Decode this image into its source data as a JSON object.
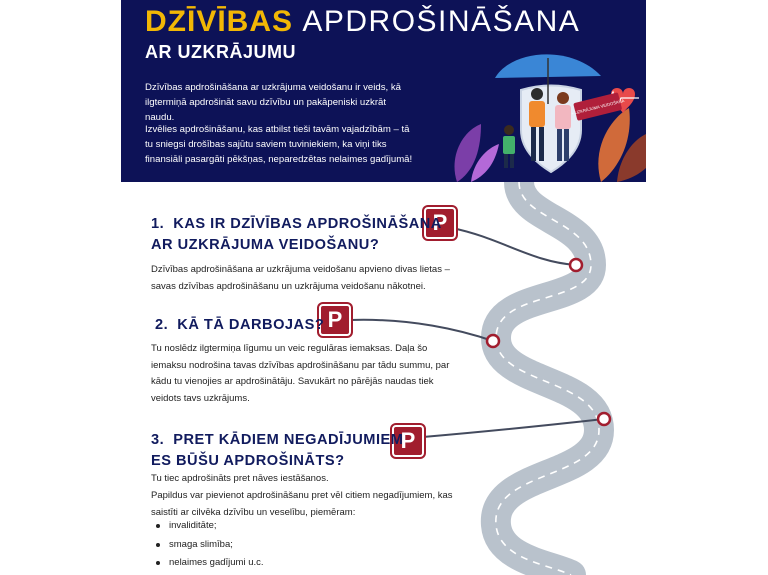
{
  "header": {
    "title_highlight": "DZĪVĪBAS",
    "title_rest": "APDROŠINĀŠANA",
    "subtitle": "AR UZKRĀJUMU",
    "intro_1": "Dzīvības apdrošināšana ar uzkrājuma veidošanu ir veids, kā ilgtermiņā apdrošināt savu dzīvību un pakāpeniski uzkrāt naudu.",
    "intro_2": "Izvēlies apdrošināšanu, kas atbilst tieši tavām vajadzībām – tā tu sniegsi drošības sajūtu saviem tuviniekiem, ka viņi tiks finansiāli pasargāti pēkšņas, neparedzētas nelaimes gadījumā!",
    "sign_text": "+ UZKRĀJUMA VEIDOŠANA"
  },
  "sections": [
    {
      "number": "1.",
      "title_line1": "KAS IR DZĪVĪBAS APDROŠINĀŠANA",
      "title_line2": "AR UZKRĀJUMA VEIDOŠANU?",
      "body": "Dzīvības apdrošināšana ar uzkrājuma veidošanu apvieno divas lietas – savas dzīvības apdrošināšanu un uzkrājuma veidošanu nākotnei."
    },
    {
      "number": "2.",
      "title_line1": "KĀ TĀ DARBOJAS?",
      "body": "Tu noslēdz ilgtermiņa līgumu un veic regulāras iemaksas. Daļa šo iemaksu nodrošina tavas dzīvības apdrošināšanu par tādu summu, par kādu tu vienojies ar apdrošinātāju. Savukārt no pārējās naudas tiek veidots tavs uzkrājums."
    },
    {
      "number": "3.",
      "title_line1": "PRET KĀDIEM NEGADĪJUMIEM",
      "title_line2": "ES BŪŠU APDROŠINĀTS?",
      "body_1": "Tu tiec apdrošināts pret nāves iestāšanos.",
      "body_2": "Papildus var pievienot apdrošināšanu pret vēl citiem negadījumiem, kas saistīti ar cilvēka dzīvību un veselību, piemēram:",
      "bullets": [
        "invaliditāte;",
        "smaga slimība;",
        "nelaimes gadījumi u.c."
      ]
    }
  ],
  "parking_label": "P",
  "colors": {
    "navy": "#0d1257",
    "gold": "#f2b705",
    "title_blue": "#111b5e",
    "parking_red": "#a11d2e",
    "road": "#b9c2cc"
  }
}
